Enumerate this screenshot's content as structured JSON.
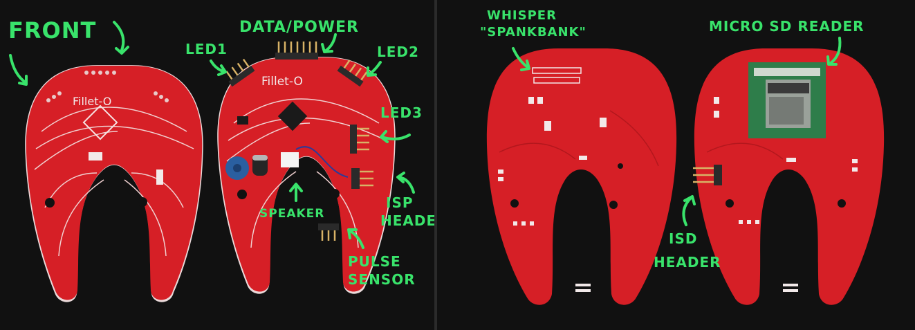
{
  "left_panel": {
    "labels": {
      "front": "FRONT",
      "data_power": "DATA/POWER",
      "led1": "LED1",
      "led2": "LED2",
      "led3": "LED3",
      "speaker": "SPEAKER",
      "isp_header_1": "ISP",
      "isp_header_2": "HEADER",
      "pulse_sensor_1": "PULSE",
      "pulse_sensor_2": "SENSOR"
    },
    "board_text": "Fillet-O"
  },
  "right_panel": {
    "labels": {
      "whisper_1": "WHISPER",
      "whisper_2": "\"SPANKBANK\"",
      "micro_sd": "MICRO SD READER",
      "isd_header_1": "ISD",
      "isd_header_2": "HEADER"
    }
  },
  "colors": {
    "board": "#d61f26",
    "board_dark": "#a9151b",
    "annotation": "#39e36b",
    "silkscreen": "#f2e9e9",
    "sd_module": "#2e7d4a"
  }
}
